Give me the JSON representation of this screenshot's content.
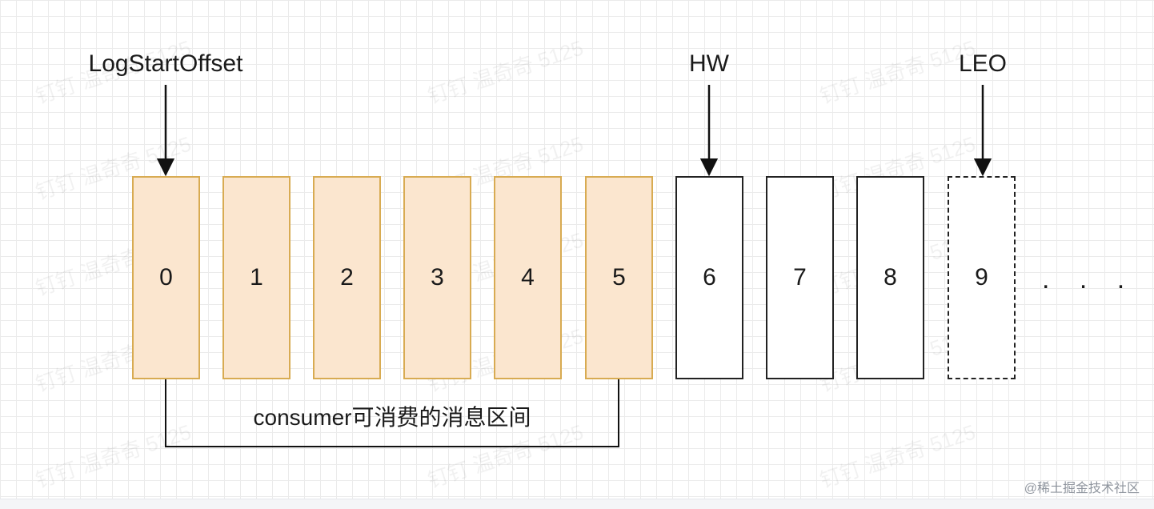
{
  "pointers": {
    "log_start_offset": "LogStartOffset",
    "high_watermark": "HW",
    "log_end_offset": "LEO"
  },
  "cells": [
    {
      "label": "0",
      "style": "filled"
    },
    {
      "label": "1",
      "style": "filled"
    },
    {
      "label": "2",
      "style": "filled"
    },
    {
      "label": "3",
      "style": "filled"
    },
    {
      "label": "4",
      "style": "filled"
    },
    {
      "label": "5",
      "style": "filled"
    },
    {
      "label": "6",
      "style": "plain"
    },
    {
      "label": "7",
      "style": "plain"
    },
    {
      "label": "8",
      "style": "plain"
    },
    {
      "label": "9",
      "style": "dashed"
    }
  ],
  "ellipsis": ". . .",
  "range_label": "consumer可消费的消息区间",
  "watermark_text": "钉钉 温奇奇 5125",
  "site_mark": "@稀土掘金技术社区",
  "colors": {
    "filled_fill": "#fbe6cf",
    "filled_border": "#d8ab52",
    "line": "#111111"
  }
}
